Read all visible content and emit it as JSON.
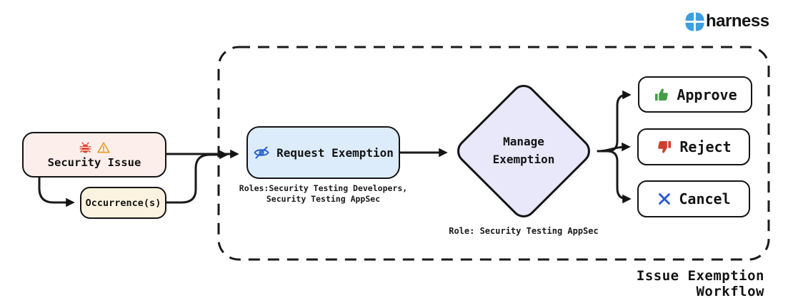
{
  "brand": {
    "name": "harness",
    "logo_color": "#3b9fe0"
  },
  "workflow": {
    "container_label": "Issue Exemption Workflow",
    "security_issue": {
      "label": "Security Issue",
      "fill": "#fcefeb"
    },
    "occurrences": {
      "label": "Occurrence(s)",
      "fill": "#fbf3e0"
    },
    "request_exemption": {
      "label": "Request Exemption",
      "fill": "#dcecfb",
      "roles_line1": "Roles:Security Testing Developers,",
      "roles_line2": "Security Testing AppSec"
    },
    "manage_exemption": {
      "line1": "Manage",
      "line2": "Exemption",
      "fill": "#e9e7fa",
      "role": "Role: Security Testing AppSec"
    },
    "actions": {
      "approve": "Approve",
      "reject": "Reject",
      "cancel": "Cancel"
    },
    "colors": {
      "bug_icon": "#dd4330",
      "warning_icon": "#e7a33c",
      "eye_icon": "#2c63cc",
      "approve_icon": "#459c45",
      "reject_icon": "#cf3e2a",
      "cancel_icon": "#2b5ad0",
      "stroke": "#141414"
    }
  }
}
